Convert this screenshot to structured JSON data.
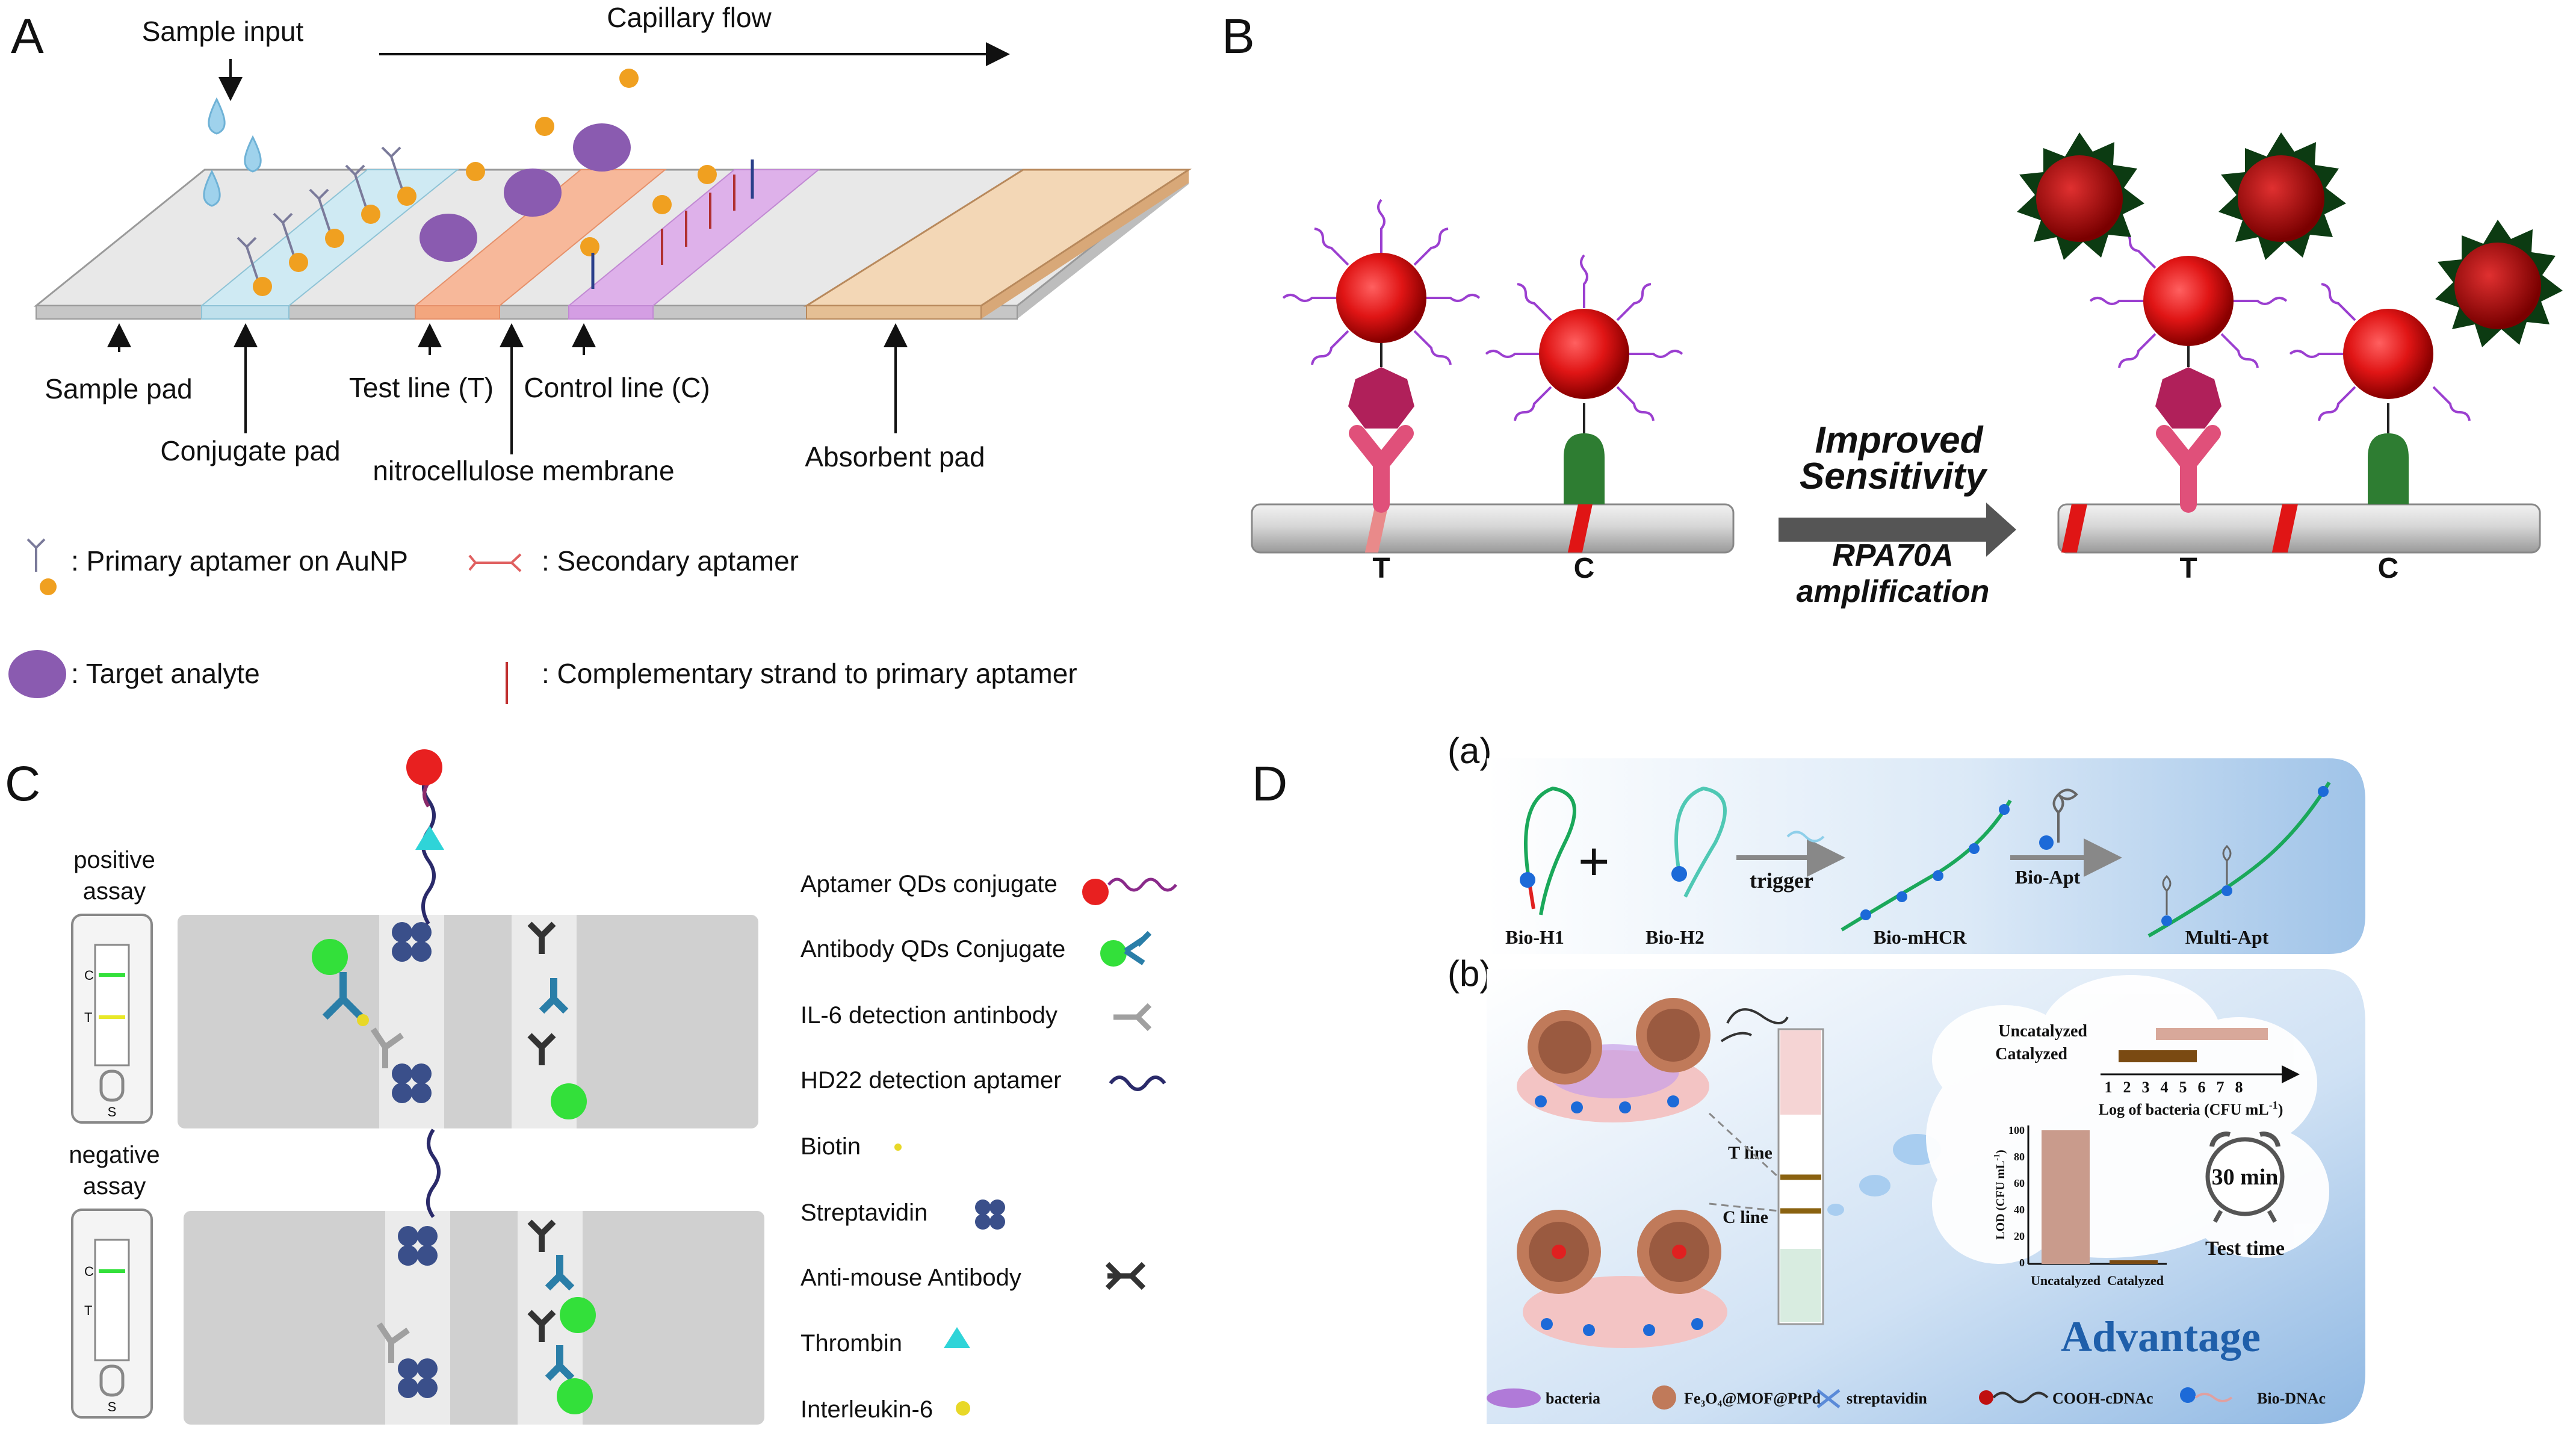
{
  "panels": {
    "A": {
      "letter": "A",
      "sample_input": "Sample input",
      "capillary_flow": "Capillary flow",
      "sample_pad": "Sample pad",
      "conjugate_pad": "Conjugate pad",
      "test_line": "Test line (T)",
      "control_line": "Control line (C)",
      "nitrocellulose": "nitrocellulose membrane",
      "absorbent_pad": "Absorbent pad",
      "legend": {
        "primary": ": Primary aptamer on AuNP",
        "secondary": ": Secondary aptamer",
        "target": ": Target analyte",
        "complementary": ": Complementary strand to primary aptamer"
      }
    },
    "B": {
      "letter": "B",
      "improved": "Improved",
      "sensitivity": "Sensitivity",
      "rpa": "RPA70A",
      "amplification": "amplification",
      "t_left": "T",
      "c_left": "C",
      "t_right": "T",
      "c_right": "C"
    },
    "C": {
      "letter": "C",
      "positive_1": "positive",
      "positive_2": "assay",
      "negative_1": "negative",
      "negative_2": "assay",
      "strip_c": "C",
      "strip_t": "T",
      "strip_s": "S",
      "legend": [
        "Aptamer QDs conjugate",
        "Antibody QDs Conjugate",
        "IL-6 detection antinbody",
        "HD22 detection aptamer",
        "Biotin",
        "Streptavidin",
        "Anti-mouse Antibody",
        "Thrombin",
        "Interleukin-6"
      ]
    },
    "D": {
      "letter": "D",
      "sub_a": "(a)",
      "sub_b": "(b)",
      "bio_h1": "Bio-H1",
      "bio_h2": "Bio-H2",
      "trigger": "trigger",
      "bio_mhcr": "Bio-mHCR",
      "bio_apt": "Bio-Apt",
      "multi_apt": "Multi-Apt",
      "t_line": "T line",
      "c_line": "C line",
      "uncatalyzed": "Uncatalyzed",
      "catalyzed": "Catalyzed",
      "log_axis": "Log of bacteria (CFU mL",
      "log_ticks": [
        "1",
        "2",
        "3",
        "4",
        "5",
        "6",
        "7",
        "8"
      ],
      "lod_axis": "LOD (CFU mL",
      "lod_ticks": [
        "0",
        "20",
        "40",
        "60",
        "80",
        "100"
      ],
      "bar_uncat": "Uncatalyzed",
      "bar_cat": "Catalyzed",
      "timer": "30 min",
      "test_time": "Test time",
      "advantage": "Advantage",
      "leg_bacteria": "bacteria",
      "leg_fe": "Fe₃O₄@MOF@PtPd",
      "leg_strep": "streptavidin",
      "leg_cooh": "COOH-cDNAc",
      "leg_biodna": "Bio-DNAc"
    }
  },
  "colors": {
    "aunp": "#e8272a",
    "aptamer_purple": "#9b3fd0",
    "target_purple": "#8a5bb0",
    "gold": "#f0a020",
    "antibody_pink": "#e0507a",
    "antigen_magenta": "#b0205a",
    "cap_green": "#2e7d32",
    "streptavidin": "#3a4f8a",
    "qd_green": "#33e03a",
    "thrombin": "#2fd4d8",
    "il6": "#e8d828",
    "advantage_blue": "#1f5faa"
  }
}
